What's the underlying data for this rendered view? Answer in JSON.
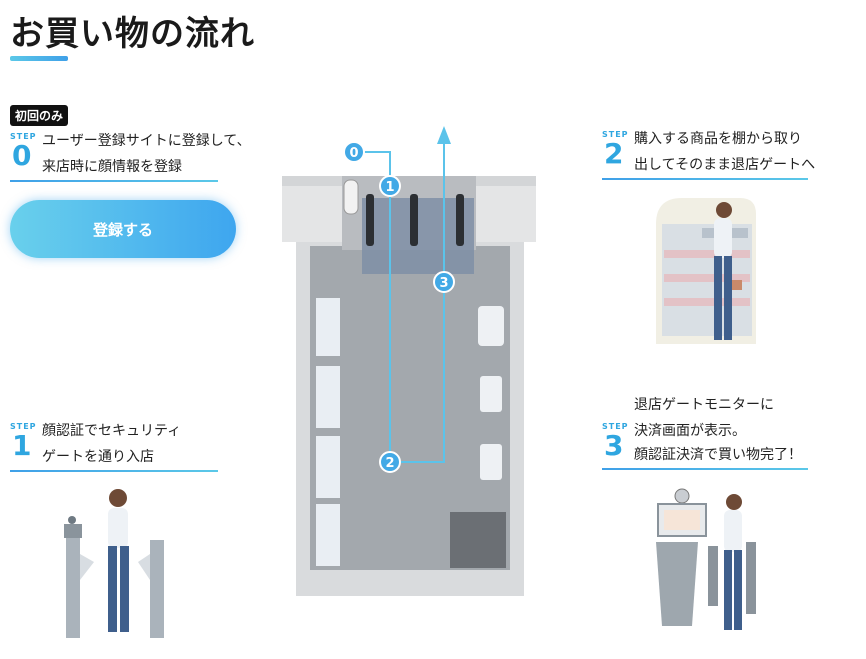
{
  "page": {
    "title": "お買い物の流れ"
  },
  "badge": "初回のみ",
  "steps": [
    {
      "label": "STEP",
      "num": "0",
      "lines": [
        "ユーザー登録サイトに登録して、",
        "来店時に顔情報を登録"
      ]
    },
    {
      "label": "STEP",
      "num": "1",
      "lines": [
        "顔認証でセキュリティ",
        "ゲートを通り入店"
      ]
    },
    {
      "label": "STEP",
      "num": "2",
      "lines": [
        "購入する商品を棚から取り",
        "出してそのまま退店ゲートへ"
      ]
    },
    {
      "label": "STEP",
      "num": "3",
      "lines": [
        "退店ゲートモニターに",
        "決済画面が表示。",
        "顔認証決済で買い物完了！"
      ]
    }
  ],
  "register_button": {
    "label": "登録する"
  },
  "map_markers": [
    "0",
    "1",
    "2",
    "3"
  ],
  "colors": {
    "accent": "#2fa6e0",
    "route": "#5bc3ea",
    "floor": "#9ea3a8"
  }
}
